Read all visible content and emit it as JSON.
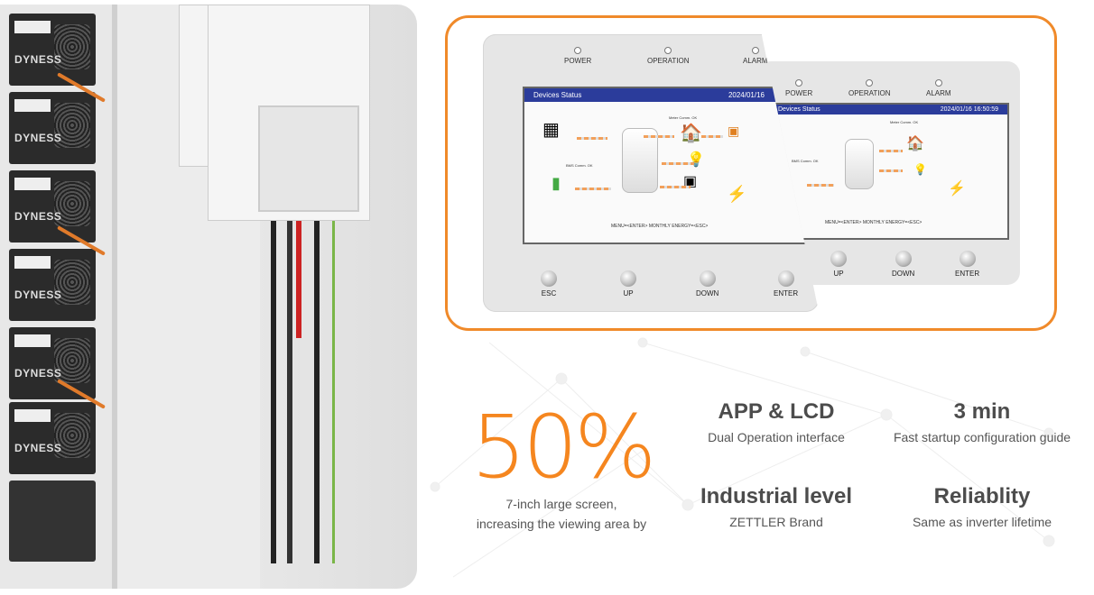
{
  "photo": {
    "brand_logo": "DYNESS"
  },
  "panel_front": {
    "leds": [
      "POWER",
      "OPERATION",
      "ALARM"
    ],
    "screen_title": "Devices  Status",
    "screen_date": "2024/01/16",
    "meter_label": "Meter Comm. OK",
    "bms_label": "BMS Comm. OK",
    "footer": "MENU=<ENTER>  MONTHLY ENERGY=<ESC>",
    "buttons": [
      "ESC",
      "UP",
      "DOWN",
      "ENTER"
    ]
  },
  "panel_back": {
    "leds": [
      "POWER",
      "OPERATION",
      "ALARM"
    ],
    "screen_title": "Devices  Status",
    "screen_date": "2024/01/16  16:50:59",
    "meter_label": "Meter Comm. OK",
    "bms_label": "BMS Comm. OK",
    "footer": "MENU=<ENTER>  MONTHLY ENERGY=<ESC>",
    "buttons": [
      "UP",
      "DOWN",
      "ENTER"
    ]
  },
  "features": {
    "highlight": {
      "value": "50%",
      "caption_line1": "7-inch large screen,",
      "caption_line2": "increasing the viewing area by"
    },
    "items": [
      {
        "title": "APP & LCD",
        "subtitle": "Dual Operation interface"
      },
      {
        "title": "3 min",
        "subtitle": "Fast startup configuration guide"
      },
      {
        "title": "Industrial level",
        "subtitle": "ZETTLER Brand"
      },
      {
        "title": "Reliablity",
        "subtitle": "Same as inverter lifetime"
      }
    ]
  },
  "colors": {
    "accent": "#f5861f",
    "frame": "#f08a2a",
    "lcd_header": "#2b3c9b",
    "text": "#4c4c4c"
  }
}
